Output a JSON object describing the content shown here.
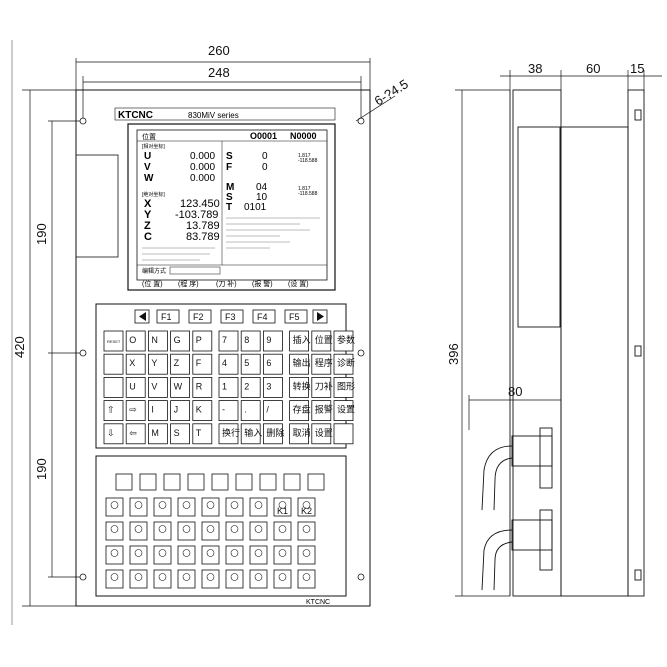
{
  "dimensions": {
    "width_total": "260",
    "width_holes": "248",
    "height_total": "420",
    "height_upper": "190",
    "height_lower": "190",
    "hole_spec": "6-?4.5",
    "depth_front": "38",
    "depth_mid": "60",
    "depth_rear": "15",
    "side_height": "396",
    "connector_offset": "80"
  },
  "brand": {
    "logo": "KTCNC",
    "series": "830MiV series",
    "footer": "KTCNC"
  },
  "screen": {
    "mode": "位置",
    "program_no": "O0001",
    "seq_no": "N0000",
    "rel_header": "[相对坐标]",
    "rel_axes": [
      {
        "axis": "U",
        "value": "0.000"
      },
      {
        "axis": "V",
        "value": "0.000"
      },
      {
        "axis": "W",
        "value": "0.000"
      }
    ],
    "abs_header": "[绝对坐标]",
    "abs_axes": [
      {
        "axis": "X",
        "value": "123.450"
      },
      {
        "axis": "Y",
        "value": "-103.789"
      },
      {
        "axis": "Z",
        "value": "13.789"
      },
      {
        "axis": "C",
        "value": "83.789"
      }
    ],
    "smf": [
      {
        "label": "S",
        "value": "0"
      },
      {
        "label": "F",
        "value": "0"
      },
      {
        "label": "M",
        "value": "04"
      },
      {
        "label": "S",
        "value": "10"
      },
      {
        "label": "T",
        "value": "0101"
      }
    ],
    "side_values": [
      "1.817",
      "-118.588",
      "1.817",
      "-118.588"
    ],
    "status_text": "编辑方式",
    "softkeys": [
      "(位 置)",
      "(程 序)",
      "(刀 补)",
      "(报 警)",
      "(设 置)"
    ]
  },
  "keypad": {
    "top_row": [
      "F1",
      "F2",
      "F3",
      "F4",
      "F5"
    ],
    "rows": [
      [
        "RESET",
        "O",
        "N",
        "G",
        "P",
        "7",
        "8",
        "9",
        "插入",
        "位置",
        "参数"
      ],
      [
        "",
        "X",
        "Y",
        "Z",
        "F",
        "4",
        "5",
        "6",
        "输出",
        "程序",
        "诊断"
      ],
      [
        "",
        "U",
        "V",
        "W",
        "R",
        "1",
        "2",
        "3",
        "转换",
        "刀补",
        "图形"
      ],
      [
        "⇧",
        "⇨",
        "I",
        "J",
        "K",
        "-",
        ".",
        "/",
        "存盘",
        "报警",
        "设置"
      ],
      [
        "⇩",
        "⇦",
        "M",
        "S",
        "T",
        "换行",
        "输入",
        "删除",
        "取消",
        "设置",
        ""
      ]
    ]
  },
  "machine_panel": {
    "keys_row1": [
      "K1",
      "K2"
    ]
  }
}
